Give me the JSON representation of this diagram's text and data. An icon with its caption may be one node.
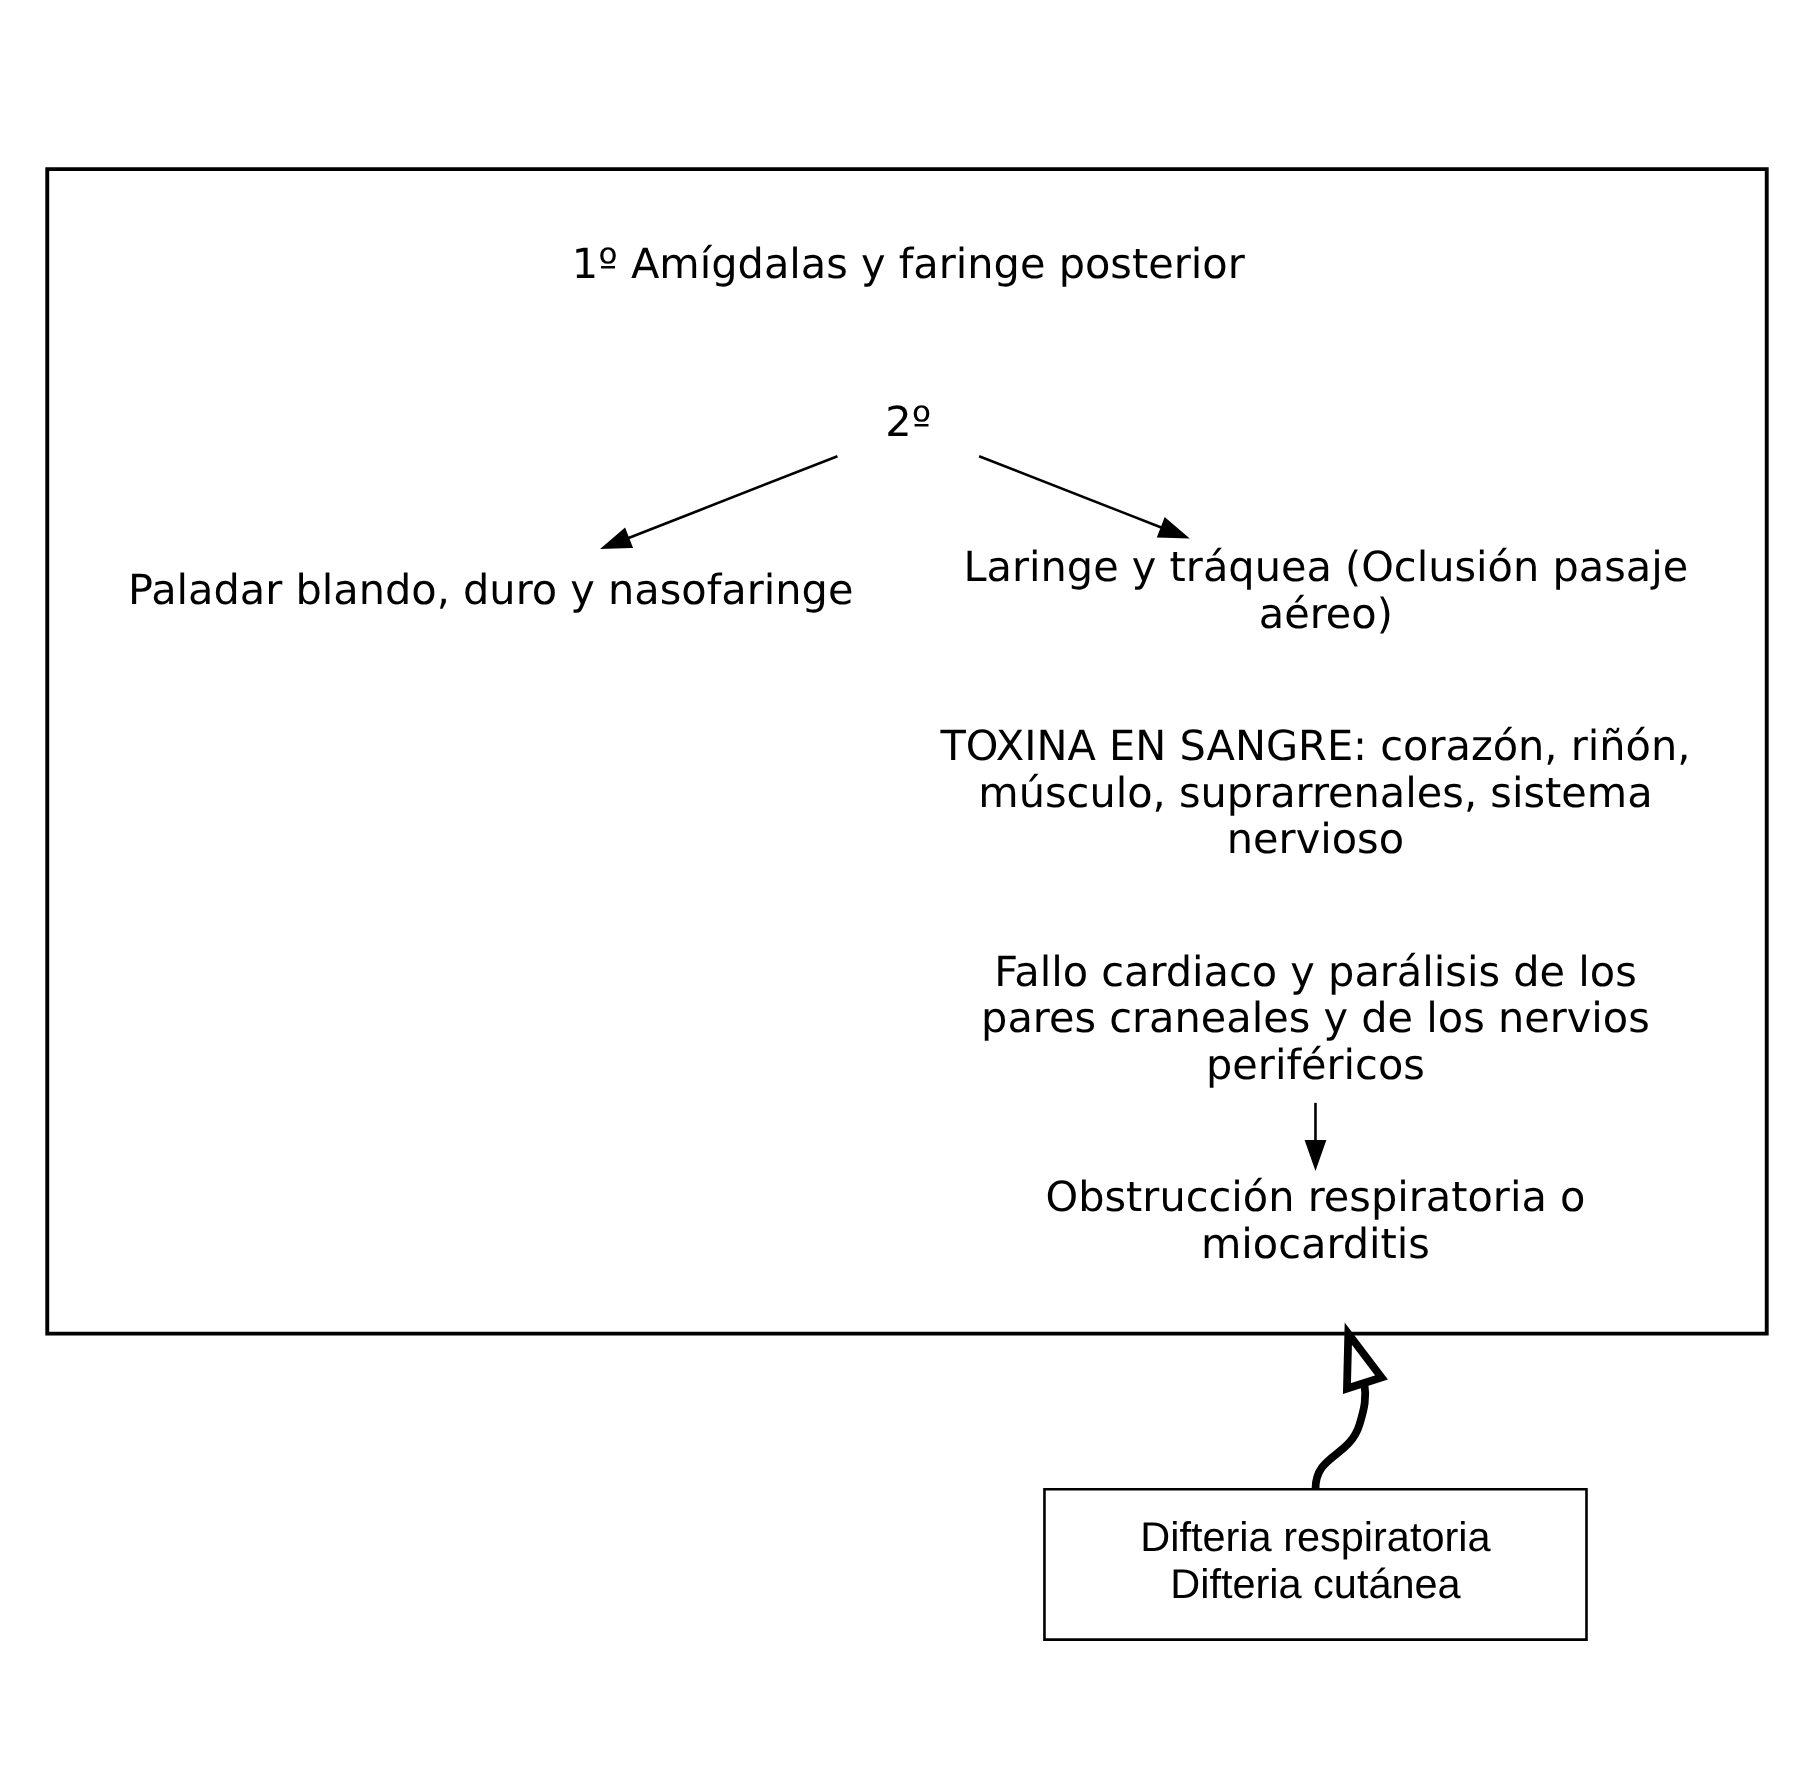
{
  "diagram": {
    "nodes": [
      {
        "text": [],
        "shape": "box"
      },
      {
        "text": [
          "1º Amígdalas y faringe posterior"
        ],
        "in": 0
      },
      {
        "text": [
          "2º"
        ],
        "in": 0
      },
      {
        "text": [
          "Paladar blando, duro y nasofaringe"
        ],
        "in": 0
      },
      {
        "text": [
          "Laringe y tráquea (Oclusión pasaje aéreo)"
        ],
        "in": 0
      },
      {
        "text": [
          "TOXINA EN SANGRE: corazón, riñón, músculo, suprarrenales, sistema nervioso"
        ],
        "in": 0
      },
      {
        "text": [
          "Fallo cardiaco y parálisis de los pares craneales y de los nervios periféricos"
        ],
        "in": 0
      },
      {
        "text": [
          "Obstrucción respiratoria o miocarditis"
        ],
        "in": 0
      },
      {
        "text": [
          "Difteria respiratoria",
          "Difteria cutánea"
        ]
      }
    ],
    "edges": [
      {
        "from": 2,
        "to": 3,
        "arrow": "to"
      },
      {
        "from": 2,
        "to": 4,
        "arrow": "to"
      },
      {
        "from": 6,
        "to": 7,
        "arrow": "to"
      },
      {
        "from": 8,
        "to": 0,
        "arrow": "to",
        "style": "thick"
      }
    ]
  }
}
